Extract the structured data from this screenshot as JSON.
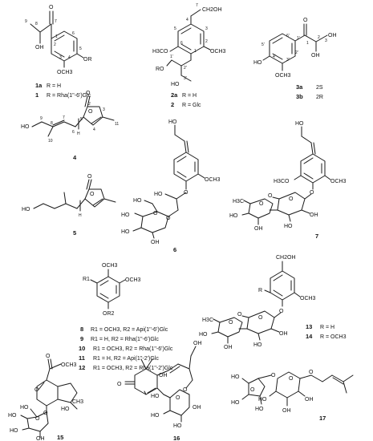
{
  "numbers": [
    "1a",
    "1",
    "2a",
    "2",
    "3a",
    "3b",
    "4",
    "5",
    "6",
    "7",
    "8",
    "9",
    "10",
    "11",
    "12",
    "13",
    "14",
    "15",
    "16",
    "17"
  ],
  "captions": {
    "c1a": "R = H",
    "c1": "R = Rha(1''-6')Glc",
    "c2a": "R = H",
    "c2": "R = Glc",
    "c3a": "2S",
    "c3b": "2R",
    "c8": "R1 = OCH3, R2 = Api(1''-6')Glc",
    "c9": "R1 = H, R2 = Rha(1''-6')Glc",
    "c10": "R1 = OCH3, R2 = Rha(1''-6')Glc",
    "c11": "R1 = H, R2 = Api(1''-2')Glc",
    "c12": "R1 = OCH3, R2 = Rha(1''-2')Glc",
    "c13": "R = H",
    "c14": "R = OCH3"
  },
  "groups": {
    "OH": "OH",
    "HO": "HO",
    "OR": "OR",
    "RO": "RO",
    "O": "O",
    "OCH3": "OCH3",
    "H3CO": "H3CO",
    "H3C": "H3C",
    "CH2OH": "CH2OH",
    "HOCH2": "HO",
    "R": "R",
    "R1": "R1",
    "R2": "R2",
    "OR2": "OR2",
    "H": "H",
    "CH3": "CH3",
    "COOCH3": "OCH3"
  },
  "atom_numbers": {
    "s1": [
      "1",
      "2",
      "3",
      "4",
      "5",
      "6",
      "7",
      "8",
      "9"
    ],
    "s2": [
      "1",
      "2",
      "3",
      "4",
      "5",
      "6",
      "7",
      "1'",
      "2'",
      "3'"
    ],
    "s3": [
      "1",
      "2",
      "3",
      "1'",
      "2'",
      "3'",
      "4'",
      "5'",
      "6'"
    ],
    "s4": [
      "1",
      "2",
      "3",
      "4",
      "5",
      "6",
      "7",
      "8",
      "9",
      "10",
      "11"
    ]
  }
}
